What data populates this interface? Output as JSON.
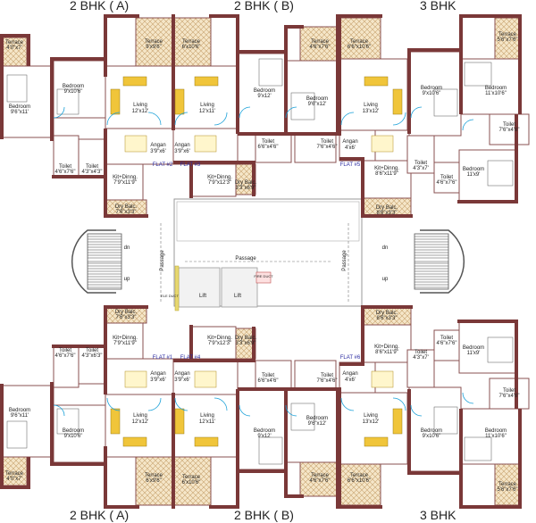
{
  "headers": {
    "top_a": "2 BHK ( A)",
    "top_b": "2 BHK ( B)",
    "top_c": "3 BHK",
    "bottom_a": "2 BHK ( A)",
    "bottom_b": "2 BHK ( B)",
    "bottom_c": "3 BHK"
  },
  "flat_tags": {
    "f2": "FLAT #2",
    "f3": "FLAT #3",
    "f5": "FLAT #5",
    "f1": "FLAT #1",
    "f4": "FLAT #4",
    "f6": "FLAT #6"
  },
  "core": {
    "passage": "Passage",
    "passage_left": "Passage",
    "passage_right": "Passage",
    "lift1": "Lift",
    "lift2": "Lift",
    "fire_duct": "FIRE DUCT",
    "ele_duct": "ELE DUCT",
    "dn_left": "dn",
    "up_left": "up",
    "dn_right": "dn",
    "up_right": "up"
  },
  "top_rooms": {
    "terrace_a1": {
      "name": "Terrace",
      "size": "4'0\"x7'"
    },
    "bed_a": {
      "name": "Bedroom",
      "size": "9'x10'6\""
    },
    "bed_a2": {
      "name": "Bedroom",
      "size": "9'6\"x11'"
    },
    "terrace_a2": {
      "name": "Terrace",
      "size": "9'x9'6\""
    },
    "living_a": {
      "name": "Living",
      "size": "12'x12'"
    },
    "angan_a": {
      "name": "Angan",
      "size": "3'9\"x6'"
    },
    "toilet_a1": {
      "name": "Toilet",
      "size": "4'6\"x7'6\""
    },
    "toilet_a2": {
      "name": "Toilet",
      "size": "4'3\"x4'3\""
    },
    "kit_a": {
      "name": "Kit+Dinng.",
      "size": "7'9\"x11'9\""
    },
    "dry_a": {
      "name": "Dry Balc.",
      "size": "7'6\"x3'3\""
    },
    "terrace_b1": {
      "name": "Terrace",
      "size": "6'x10'6\""
    },
    "living_b": {
      "name": "Living",
      "size": "12'x11'"
    },
    "angan_b": {
      "name": "Angan",
      "size": "3'9\"x6'"
    },
    "kit_b": {
      "name": "Kit+Dinng.",
      "size": "7'9\"x12'3\""
    },
    "dry_b": {
      "name": "Dry Balc.",
      "size": "3'3\"x6'9\""
    },
    "bed_b": {
      "name": "Bedroom",
      "size": "9'x12'"
    },
    "terrace_b2": {
      "name": "Terrace",
      "size": "4'6\"x7'6\""
    },
    "bed_b2": {
      "name": "Bedroom",
      "size": "9'6\"x12'"
    },
    "toilet_b1": {
      "name": "Toilet",
      "size": "6'6\"x4'6\""
    },
    "toilet_b2": {
      "name": "Toilet",
      "size": "7'6\"x4'6\""
    },
    "angan_c": {
      "name": "Angan",
      "size": "4'x6'"
    },
    "terrace_c1": {
      "name": "Terrace",
      "size": "6'6\"x10'6\""
    },
    "living_c": {
      "name": "Living",
      "size": "13'x12'"
    },
    "kit_c": {
      "name": "Kit+Dinng.",
      "size": "8'6\"x11'9\""
    },
    "dry_c": {
      "name": "Dry Balc.",
      "size": "8'6\"x3'3\""
    },
    "bed_c1": {
      "name": "Bedroom",
      "size": "9'x10'6\""
    },
    "terrace_c2": {
      "name": "Terrace",
      "size": "5'6\"x7'6\""
    },
    "bed_c2": {
      "name": "Bedroom",
      "size": "11'x10'6\""
    },
    "toilet_c1": {
      "name": "Toilet",
      "size": "7'6\"x4'6\""
    },
    "toilet_c2": {
      "name": "Toilet",
      "size": "4'3\"x7'"
    },
    "toilet_c3": {
      "name": "Toilet",
      "size": "4'6\"x7'6\""
    },
    "bed_c3": {
      "name": "Bedroom",
      "size": "11'x9'"
    }
  },
  "bottom_rooms": {
    "dry_a": {
      "name": "Dry Balc.",
      "size": "7'6\"x3'3\""
    },
    "kit_a": {
      "name": "Kit+Dinng.",
      "size": "7'9\"x11'9\""
    },
    "toilet_a1": {
      "name": "Toilet",
      "size": "4'6\"x7'6\""
    },
    "toilet_a2": {
      "name": "Toilet",
      "size": "4'3\"x6'3\""
    },
    "angan_a": {
      "name": "Angan",
      "size": "3'9\"x6'"
    },
    "living_a": {
      "name": "Living",
      "size": "12'x12'"
    },
    "bed_a": {
      "name": "Bedroom",
      "size": "9'6\"x11'"
    },
    "bed_a2": {
      "name": "Bedroom",
      "size": "9'x10'6\""
    },
    "terrace_a1": {
      "name": "Terrace",
      "size": "4'0\"x7'"
    },
    "terrace_a2": {
      "name": "Terrace",
      "size": "6'x9'6\""
    },
    "kit_b": {
      "name": "Kit+Dinng.",
      "size": "7'9\"x12'3\""
    },
    "dry_b": {
      "name": "Dry Balc.",
      "size": "3'3\"x6'9\""
    },
    "angan_b": {
      "name": "Angan",
      "size": "3'9\"x6'"
    },
    "living_b": {
      "name": "Living",
      "size": "12'x11'"
    },
    "terrace_b1": {
      "name": "Terrace",
      "size": "6'x10'6\""
    },
    "bed_b": {
      "name": "Bedroom",
      "size": "9'x12'"
    },
    "toilet_b1": {
      "name": "Toilet",
      "size": "6'6\"x4'6\""
    },
    "toilet_b2": {
      "name": "Toilet",
      "size": "7'6\"x4'6\""
    },
    "bed_b2": {
      "name": "Bedroom",
      "size": "9'6\"x12'"
    },
    "terrace_b2": {
      "name": "Terrace",
      "size": "4'6\"x7'6\""
    },
    "angan_c": {
      "name": "Angan",
      "size": "4'x6'"
    },
    "dry_c": {
      "name": "Dry Balc.",
      "size": "8'6\"x3'3\""
    },
    "kit_c": {
      "name": "Kit+Dinng.",
      "size": "8'6\"x11'9\""
    },
    "living_c": {
      "name": "Living",
      "size": "13'x12'"
    },
    "terrace_c1": {
      "name": "Terrace",
      "size": "6'6\"x10'6\""
    },
    "toilet_c1": {
      "name": "Toilet",
      "size": "4'3\"x7'"
    },
    "toilet_c2": {
      "name": "Toilet",
      "size": "4'6\"x7'6\""
    },
    "bed_c1": {
      "name": "Bedroom",
      "size": "9'x10'6\""
    },
    "bed_c3": {
      "name": "Bedroom",
      "size": "11'x9'"
    },
    "toilet_c3": {
      "name": "Toilet",
      "size": "7'6\"x4'6\""
    },
    "bed_c2": {
      "name": "Bedroom",
      "size": "11'x10'6\""
    },
    "terrace_c2": {
      "name": "Terrace",
      "size": "5'6\"x7'6\""
    }
  }
}
